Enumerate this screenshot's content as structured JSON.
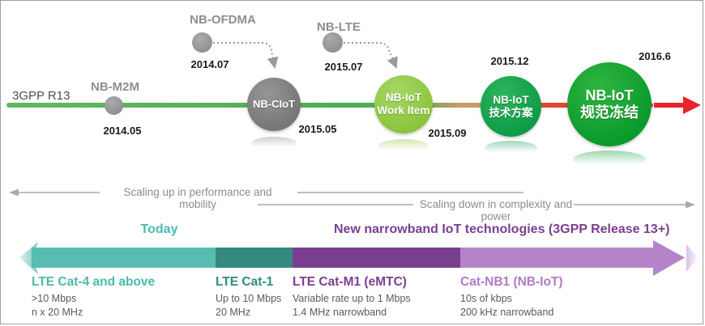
{
  "header": {
    "release": "3GPP R13"
  },
  "timeline": {
    "nb_m2m": {
      "label": "NB-M2M",
      "date": "2014.05"
    },
    "nb_ofdma": {
      "label": "NB-OFDMA",
      "date": "2014.07"
    },
    "nb_ciot": {
      "label": "NB-CIoT",
      "date": "2015.05"
    },
    "nb_lte": {
      "label": "NB-LTE",
      "date": "2015.07"
    },
    "work_item": {
      "line1": "NB-IoT",
      "line2": "Work Item",
      "date": "2015.09"
    },
    "tech_plan": {
      "line1": "NB-IoT",
      "line2": "技术方案",
      "date": "2015.12"
    },
    "spec_freeze": {
      "line1": "NB-IoT",
      "line2": "规范冻结",
      "date": "2016.6"
    }
  },
  "scaling": {
    "up": "Scaling up in performance and mobility",
    "down": "Scaling down in complexity and power"
  },
  "bands": {
    "today_header": "Today",
    "new_header": "New narrowband IoT technologies (3GPP Release 13+)",
    "segments": [
      {
        "name": "LTE Cat-4 and above",
        "spec1": ">10 Mbps",
        "spec2": "n x 20 MHz",
        "bar_color": "#57bdb3",
        "text_color": "#4cb9ae"
      },
      {
        "name": "LTE Cat-1",
        "spec1": "Up to 10 Mbps",
        "spec2": "20 MHz",
        "bar_color": "#35897e",
        "text_color": "#2f8b80"
      },
      {
        "name": "LTE Cat-M1 (eMTC)",
        "spec1": "Variable rate up to 1 Mbps",
        "spec2": "1.4 MHz narrowband",
        "bar_color": "#7b3f90",
        "text_color": "#7b3f90"
      },
      {
        "name": "Cat-NB1 (NB-IoT)",
        "spec1": "10s of kbps",
        "spec2": "200 kHz narrowband",
        "bar_color": "#b483c8",
        "text_color": "#ae7bc4"
      }
    ]
  },
  "colors": {
    "timeline_green": "#4fad4f",
    "timeline_tan": "#c79b6b",
    "timeline_red": "#e63226",
    "arrow_red": "#e8242c",
    "circle_gray": "#8f8f8f",
    "circle_light_green": "#8dc63f",
    "circle_mid_green": "#0fa14b",
    "circle_dark_green": "#0ea035"
  }
}
